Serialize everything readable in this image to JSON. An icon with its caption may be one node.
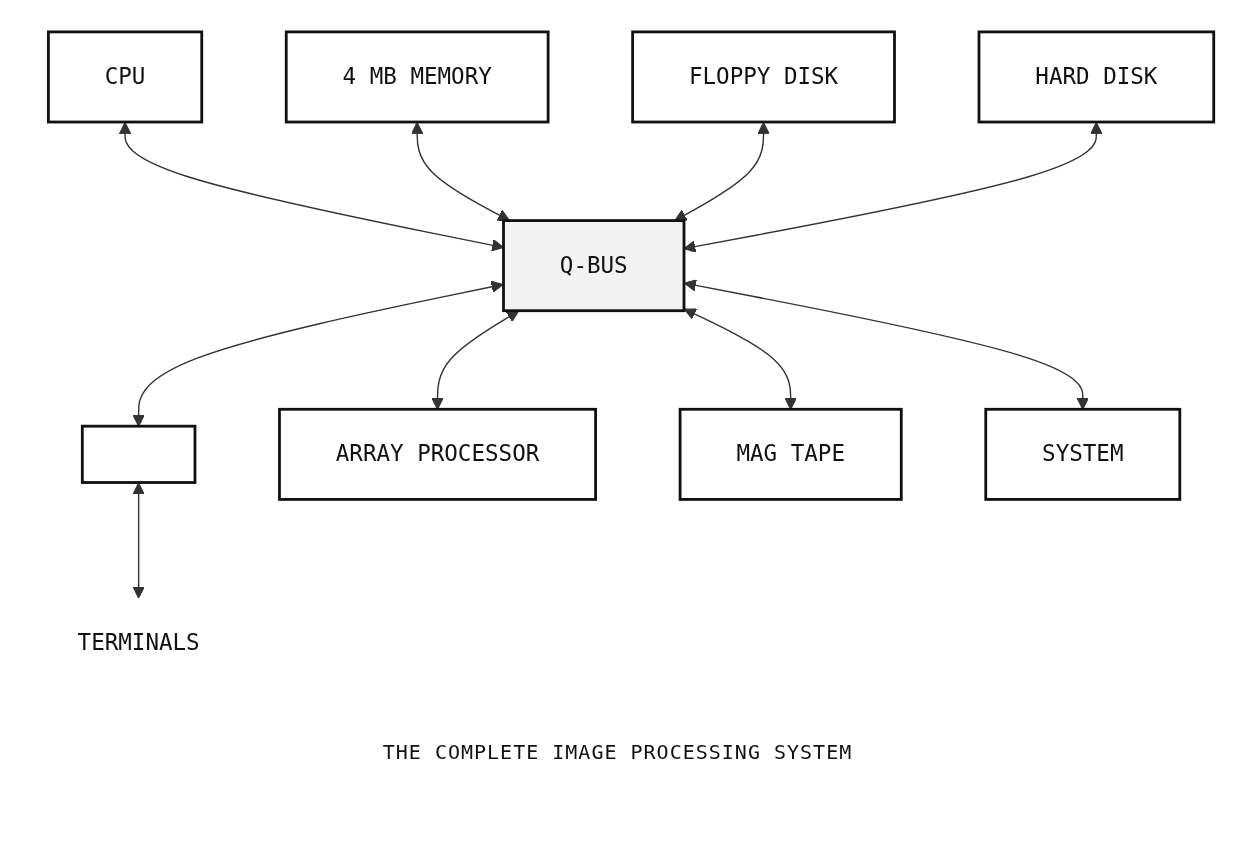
{
  "diagram": {
    "caption": "THE COMPLETE IMAGE PROCESSING SYSTEM",
    "nodes": [
      {
        "text": [
          "CPU"
        ]
      },
      {
        "text": [
          "4 MB MEMORY"
        ]
      },
      {
        "text": [
          "FLOPPY DISK"
        ]
      },
      {
        "text": [
          "HARD DISK"
        ]
      },
      {
        "text": [
          "Q-BUS"
        ]
      },
      {
        "text": [],
        "shape": "box"
      },
      {
        "text": [
          "ARRAY PROCESSOR"
        ]
      },
      {
        "text": [
          "MAG TAPE"
        ]
      },
      {
        "text": [
          "SYSTEM"
        ]
      },
      {
        "text": [
          "TERMINALS"
        ]
      }
    ],
    "edges": [
      {
        "from": 0,
        "to": 4,
        "arrow": "both"
      },
      {
        "from": 1,
        "to": 4,
        "arrow": "both"
      },
      {
        "from": 2,
        "to": 4,
        "arrow": "both"
      },
      {
        "from": 3,
        "to": 4,
        "arrow": "both"
      },
      {
        "from": 4,
        "to": 5,
        "arrow": "both"
      },
      {
        "from": 4,
        "to": 6,
        "arrow": "both"
      },
      {
        "from": 4,
        "to": 7,
        "arrow": "both"
      },
      {
        "from": 4,
        "to": 8,
        "arrow": "both"
      },
      {
        "from": 5,
        "to": 9,
        "arrow": "both"
      }
    ]
  }
}
